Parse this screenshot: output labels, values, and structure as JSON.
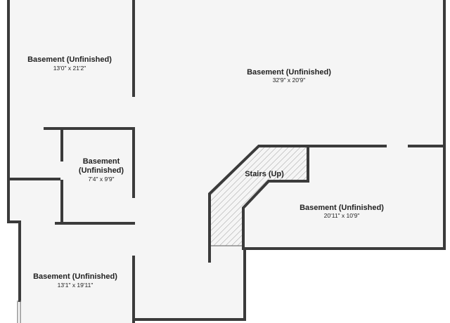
{
  "rooms": [
    {
      "id": "basement-1",
      "name": "Basement (Unfinished)",
      "dims": "13'0\" x 21'2\""
    },
    {
      "id": "basement-2",
      "name": "Basement (Unfinished)",
      "dims": "32'9\" x 20'9\""
    },
    {
      "id": "basement-3",
      "name_line1": "Basement",
      "name_line2": "(Unfinished)",
      "dims": "7'4\" x 9'9\""
    },
    {
      "id": "stairs",
      "name": "Stairs (Up)"
    },
    {
      "id": "basement-4",
      "name": "Basement (Unfinished)",
      "dims": "20'11\" x 10'9\""
    },
    {
      "id": "basement-5",
      "name": "Basement (Unfinished)",
      "dims": "13'1\" x 19'11\""
    }
  ]
}
